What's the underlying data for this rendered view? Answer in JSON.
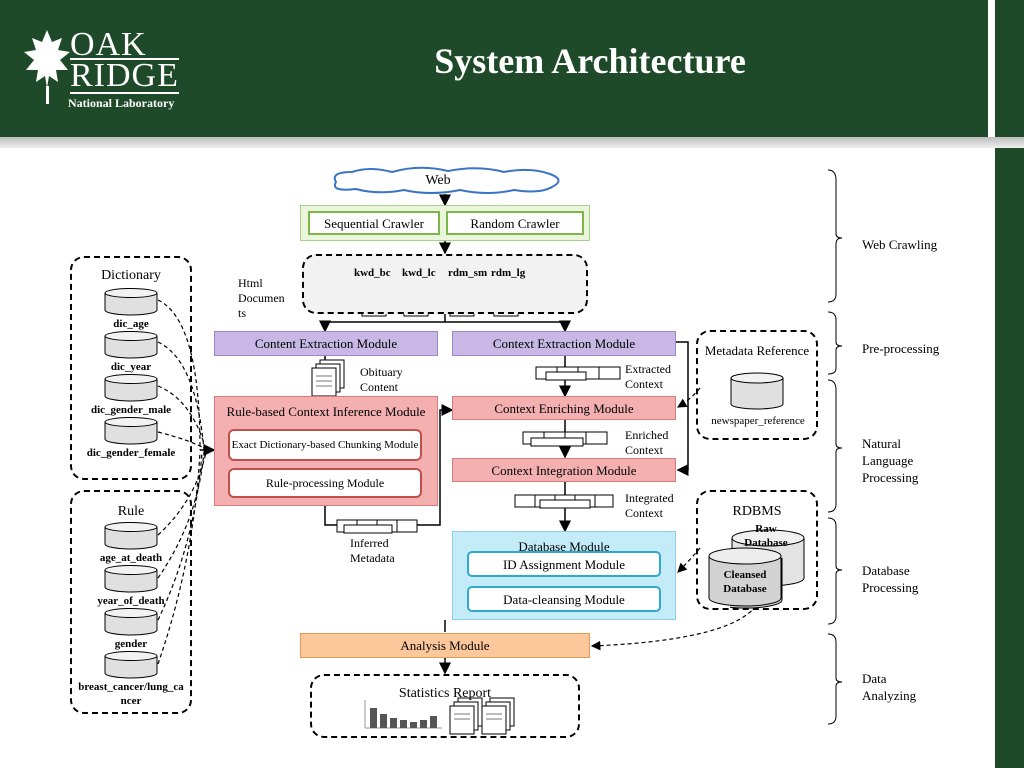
{
  "header": {
    "title": "System Architecture",
    "logo": {
      "line1": "OAK",
      "line2": "RIDGE",
      "line3": "National Laboratory"
    }
  },
  "web": {
    "label": "Web"
  },
  "crawlers": {
    "sequential": "Sequential Crawler",
    "random": "Random Crawler"
  },
  "html_docs": {
    "label": "Html Documents",
    "label_lines": [
      "Html",
      "Documen",
      "ts"
    ],
    "files": [
      "kwd_bc",
      "kwd_lc",
      "rdm_sm",
      "rdm_lg"
    ]
  },
  "dictionary": {
    "title": "Dictionary",
    "items": [
      "dic_age",
      "dic_year",
      "dic_gender_male",
      "dic_gender_female"
    ]
  },
  "rule": {
    "title": "Rule",
    "items": [
      "age_at_death",
      "year_of_death",
      "gender",
      "breast_cancer/lung_cancer"
    ]
  },
  "modules": {
    "content_extraction": "Content Extraction Module",
    "context_extraction": "Context Extraction Module",
    "rule_based": "Rule-based Context Inference Module",
    "exact_dict": "Exact Dictionary-based Chunking Module",
    "rule_processing": "Rule-processing Module",
    "context_enriching": "Context Enriching Module",
    "context_integration": "Context Integration Module",
    "database": "Database Module",
    "id_assignment": "ID Assignment Module",
    "data_cleansing": "Data-cleansing Module",
    "analysis": "Analysis Module"
  },
  "flow_labels": {
    "obituary": "Obituary Content",
    "extracted": "Extracted Context",
    "enriched": "Enriched Context",
    "integrated": "Integrated Context",
    "inferred": "Inferred Metadata"
  },
  "metadata_ref": {
    "title": "Metadata Reference",
    "db": "newspaper_reference"
  },
  "rdbms": {
    "title": "RDBMS",
    "raw": "Raw Database",
    "cleansed": "Cleansed Database"
  },
  "stats": {
    "label": "Statistics Report"
  },
  "phases": [
    "Web Crawling",
    "Pre-processing",
    "Natural Language Processing",
    "Database Processing",
    "Data Analyzing"
  ],
  "colors": {
    "header_bg": "#1f4a2a",
    "crawler_border": "#7ab648",
    "purple_module": "#c9b8e6",
    "red_module": "#f4b0b0",
    "blue_module": "#c4ecf8",
    "orange_module": "#fcc79a"
  }
}
